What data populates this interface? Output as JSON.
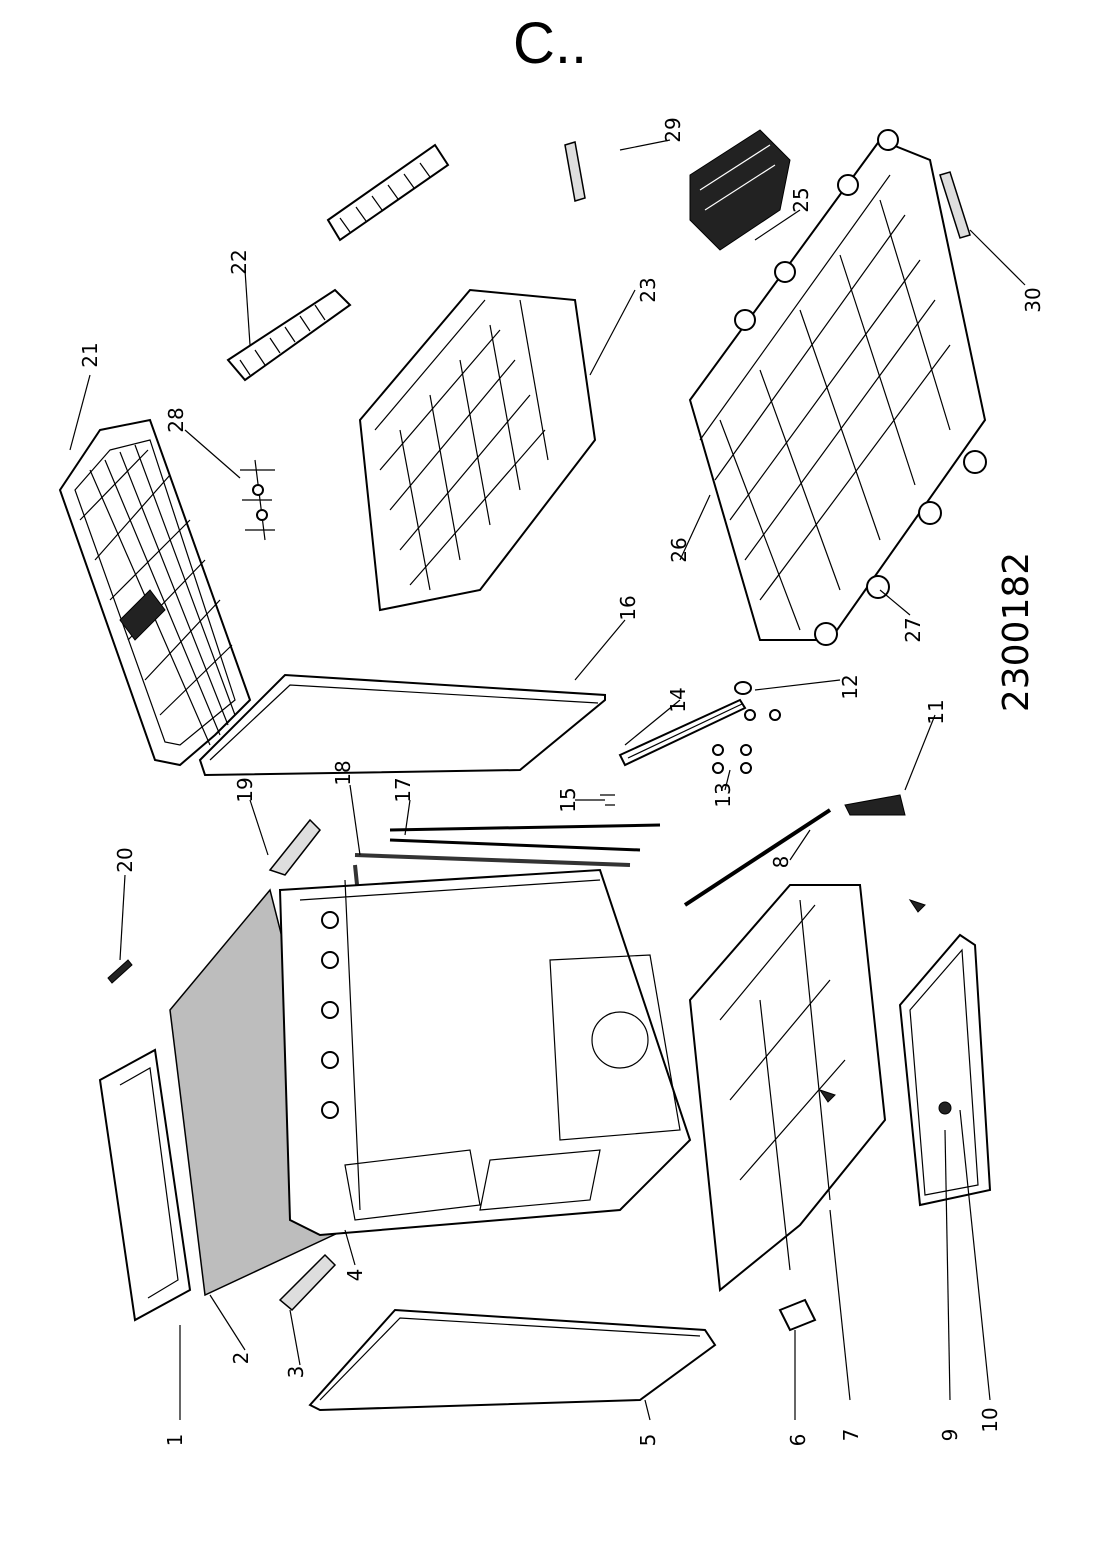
{
  "title": "C..",
  "drawing_number": "2300182",
  "callouts": [
    "1",
    "2",
    "3",
    "4",
    "5",
    "6",
    "7",
    "8",
    "9",
    "10",
    "11",
    "12",
    "13",
    "14",
    "15",
    "16",
    "17",
    "18",
    "19",
    "20",
    "21",
    "22",
    "23",
    "25",
    "26",
    "27",
    "28",
    "29",
    "30"
  ]
}
